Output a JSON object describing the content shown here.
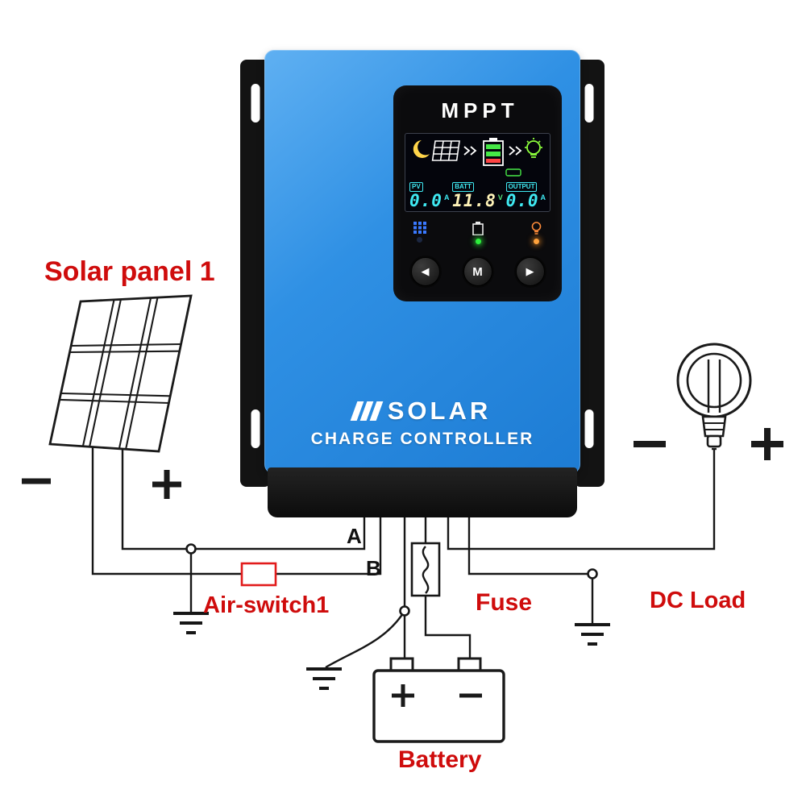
{
  "diagram": {
    "solar_panel_label": "Solar panel 1",
    "air_switch_label": "Air-switch1",
    "fuse_label": "Fuse",
    "dc_load_label": "DC Load",
    "battery_label": "Battery",
    "terminal_a": "A",
    "terminal_b": "B"
  },
  "controller": {
    "brand": "MPPT",
    "product_line1": "SOLAR",
    "product_line2": "CHARGE CONTROLLER",
    "lcd": {
      "pv_label": "PV",
      "pv_value": "0.0",
      "pv_unit": "A",
      "batt_label": "BATT",
      "batt_value": "11.8",
      "batt_unit": "V",
      "output_label": "OUTPUT",
      "output_value": "0.0",
      "output_unit": "A"
    },
    "buttons": {
      "left": "◀",
      "menu": "M",
      "right": "▶"
    }
  },
  "colors": {
    "label_red": "#cf0c0c",
    "body_blue": "#2f90e4",
    "lcd_cyan": "#3fe9f2",
    "led_green": "#2df03c",
    "wire_black": "#161616"
  }
}
